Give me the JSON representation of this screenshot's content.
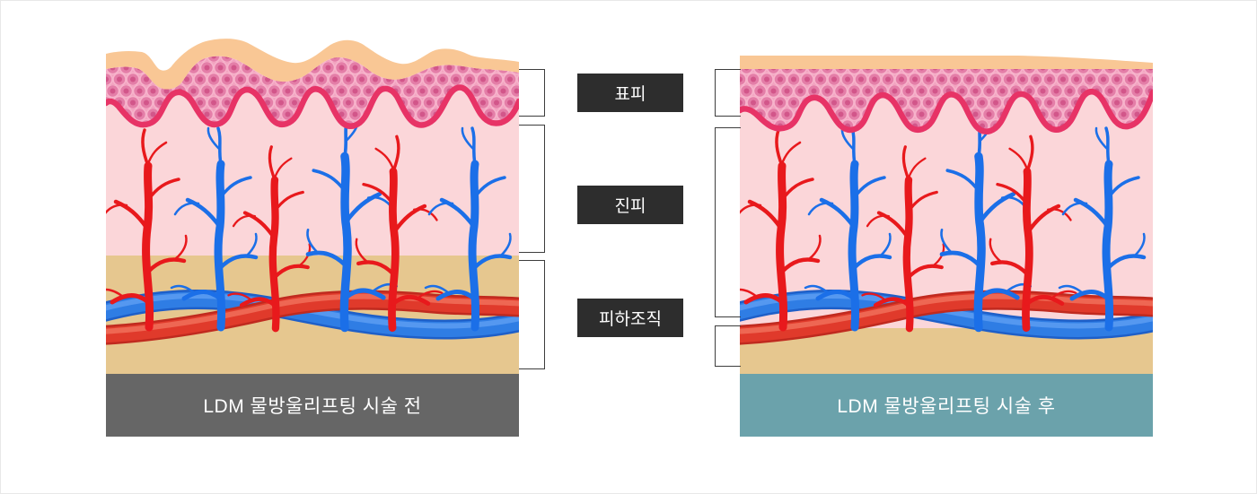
{
  "layer_labels": {
    "epidermis": "표피",
    "dermis": "진피",
    "subcutis": "피하조직"
  },
  "captions": {
    "before": "LDM 물방울리프팅 시술 전",
    "after": "LDM 물방울리프팅 시술 후"
  },
  "colors": {
    "stratum_corneum": "#F9C795",
    "epidermis_cell": "#E47EA8",
    "epidermis_cell_outline": "#F7B3CB",
    "epidermis_nucleus": "#D2568A",
    "basement_line": "#E73366",
    "dermis": "#FBD6D9",
    "subcutis": "#E6C78F",
    "artery_red": "#E03A2B",
    "vein_blue": "#2F7DE4",
    "tree_red": "#E8191C",
    "tree_blue": "#1B6FE8",
    "caption_before_bg": "#666666",
    "caption_after_bg": "#6BA2AB",
    "label_bg": "#2D2D2D",
    "label_text": "#FFFFFF",
    "bracket_line": "#3D3D3D"
  }
}
